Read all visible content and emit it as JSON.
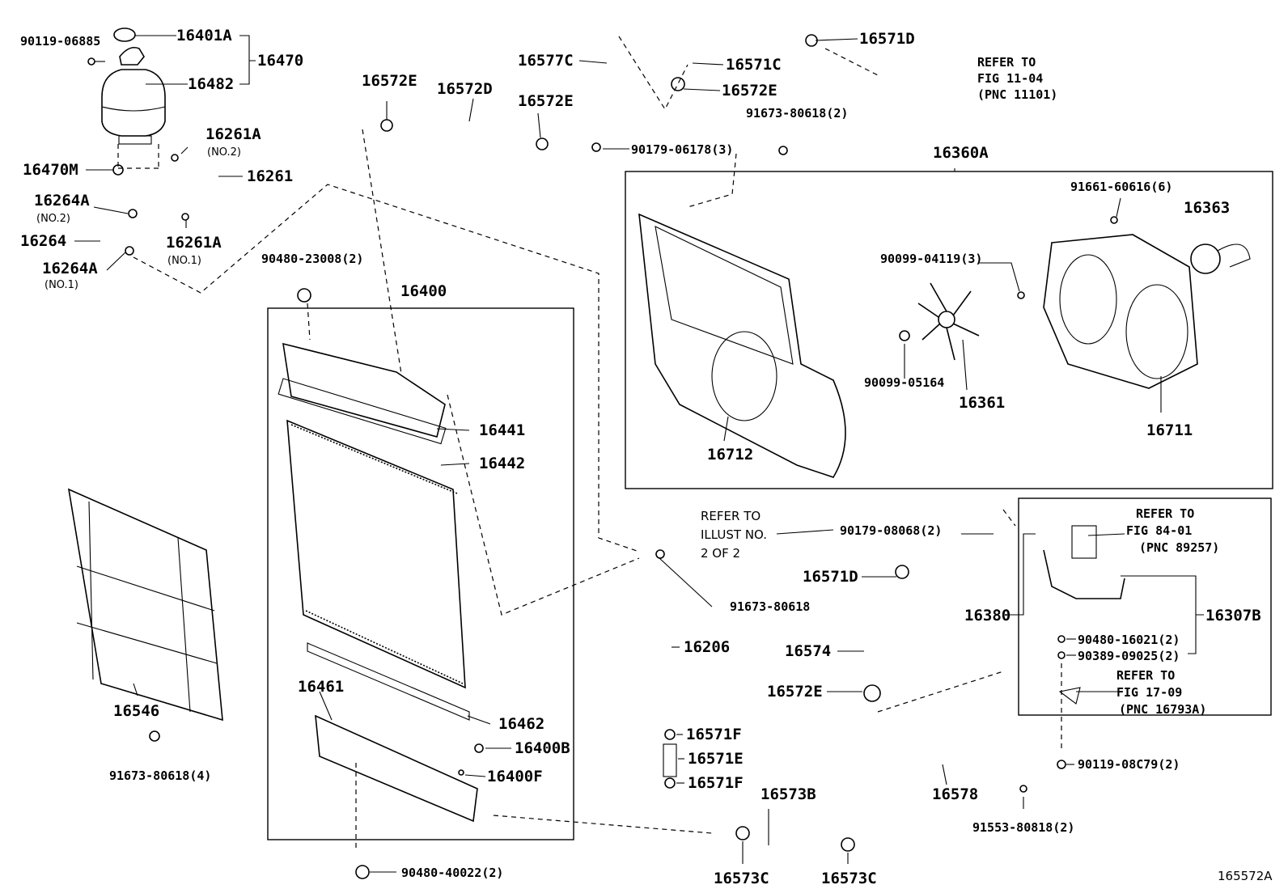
{
  "figure_code": "165572A",
  "labels": {
    "l16401A": "16401A",
    "l90119_06885": "90119-06885",
    "l16470": "16470",
    "l16482": "16482",
    "l16261A_top": "16261A",
    "l_no2_a": "(NO.2)",
    "l16470M": "16470M",
    "l16261": "16261",
    "l16264A_top": "16264A",
    "l_no2_b": "(NO.2)",
    "l16264": "16264",
    "l16261A_bot": "16261A",
    "l_no1_a": "(NO.1)",
    "l16264A_bot": "16264A",
    "l_no1_b": "(NO.1)",
    "l16572E_a": "16572E",
    "l16572D": "16572D",
    "l16577C": "16577C",
    "l16572E_b": "16572E",
    "l90179_06178": "90179-06178(3)",
    "l16571C": "16571C",
    "l16572E_c": "16572E",
    "l16571D_top": "16571D",
    "refer1_a": "REFER TO",
    "refer1_b": "FIG 11-04",
    "refer1_c": "(PNC 11101)",
    "l91673_80618_2": "91673-80618(2)",
    "l16360A": "16360A",
    "l91661_60616": "91661-60616(6)",
    "l16363": "16363",
    "l90099_04119": "90099-04119(3)",
    "l90099_05164": "90099-05164",
    "l16361": "16361",
    "l16711": "16711",
    "l16712": "16712",
    "l90480_23008": "90480-23008(2)",
    "l16400": "16400",
    "l16441": "16441",
    "l16442": "16442",
    "l16461": "16461",
    "l16462": "16462",
    "l16400B": "16400B",
    "l16400F": "16400F",
    "l16546": "16546",
    "l91673_80618_4": "91673-80618(4)",
    "l90480_40022": "90480-40022(2)",
    "refer2_a": "REFER TO",
    "refer2_b": "ILLUST NO.",
    "refer2_c": "2 OF 2",
    "l90179_08068": "90179-08068(2)",
    "l16571D_mid": "16571D",
    "l91673_80618": "91673-80618",
    "l16206": "16206",
    "l16574": "16574",
    "l16572E_d": "16572E",
    "l16571F_a": "16571F",
    "l16571E": "16571E",
    "l16571F_b": "16571F",
    "l16573B": "16573B",
    "l16578": "16578",
    "l91553_80818": "91553-80818(2)",
    "l16573C_a": "16573C",
    "l16573C_b": "16573C",
    "refer3_a": "REFER TO",
    "refer3_b": "FIG 84-01",
    "refer3_c": "(PNC 89257)",
    "l16380": "16380",
    "l16307B": "16307B",
    "l90480_16021": "90480-16021(2)",
    "l90389_09025": "90389-09025(2)",
    "refer4_a": "REFER TO",
    "refer4_b": "FIG 17-09",
    "refer4_c": "(PNC 16793A)",
    "l90119_08C79": "90119-08C79(2)"
  }
}
